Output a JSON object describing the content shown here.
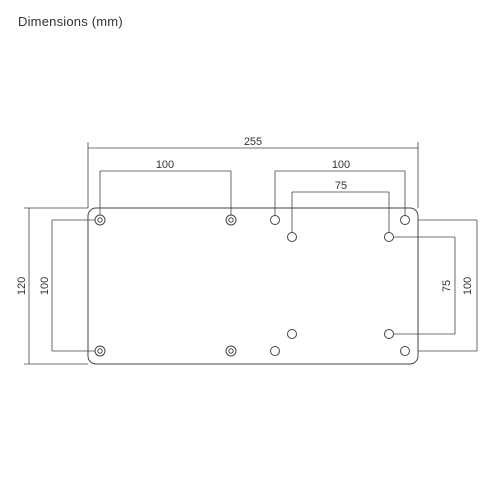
{
  "title": "Dimensions (mm)",
  "dimensions": {
    "overall_width": "255",
    "top_left_100": "100",
    "top_right_100": "100",
    "top_right_75": "75",
    "left_height_120": "120",
    "left_height_100": "100",
    "right_height_75": "75",
    "right_height_100": "100"
  },
  "colors": {
    "line": "#444444",
    "text": "#333333"
  }
}
